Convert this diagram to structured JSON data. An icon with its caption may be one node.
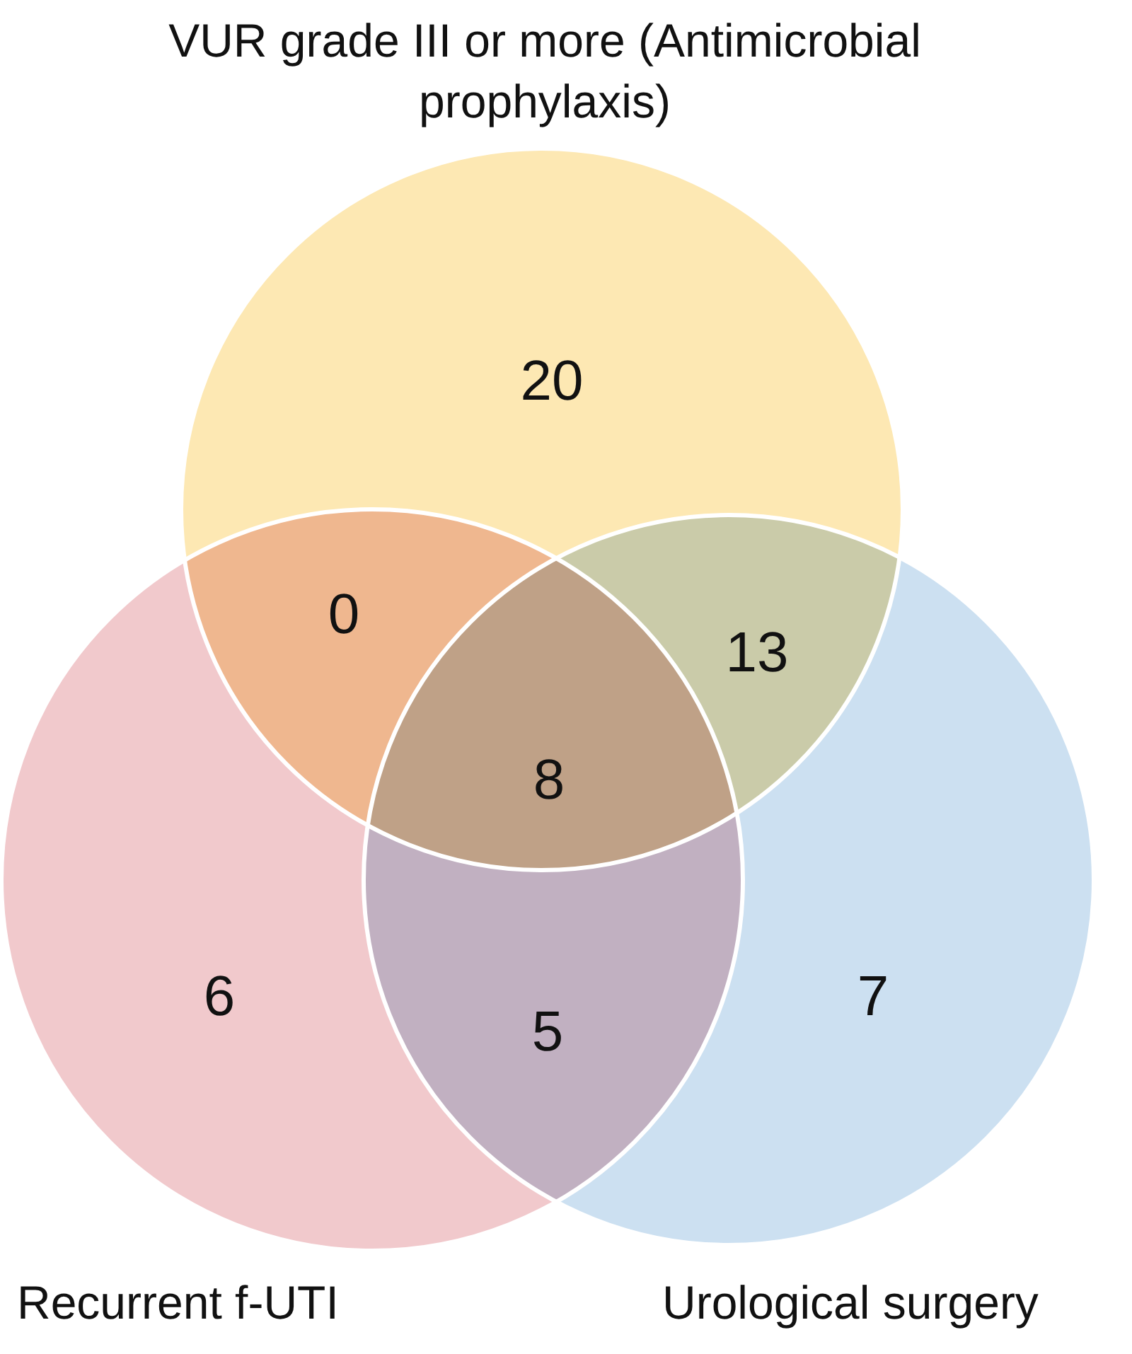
{
  "diagram": {
    "nodes": [
      {
        "text": [
          "VUR grade III or more (Antimicrobial prophylaxis)"
        ]
      },
      {
        "text": [
          "Recurrent f-UTI"
        ]
      },
      {
        "text": [
          "Urological surgery"
        ]
      }
    ],
    "labels": [
      "20",
      "0",
      "13",
      "8",
      "6",
      "5",
      "7"
    ]
  }
}
